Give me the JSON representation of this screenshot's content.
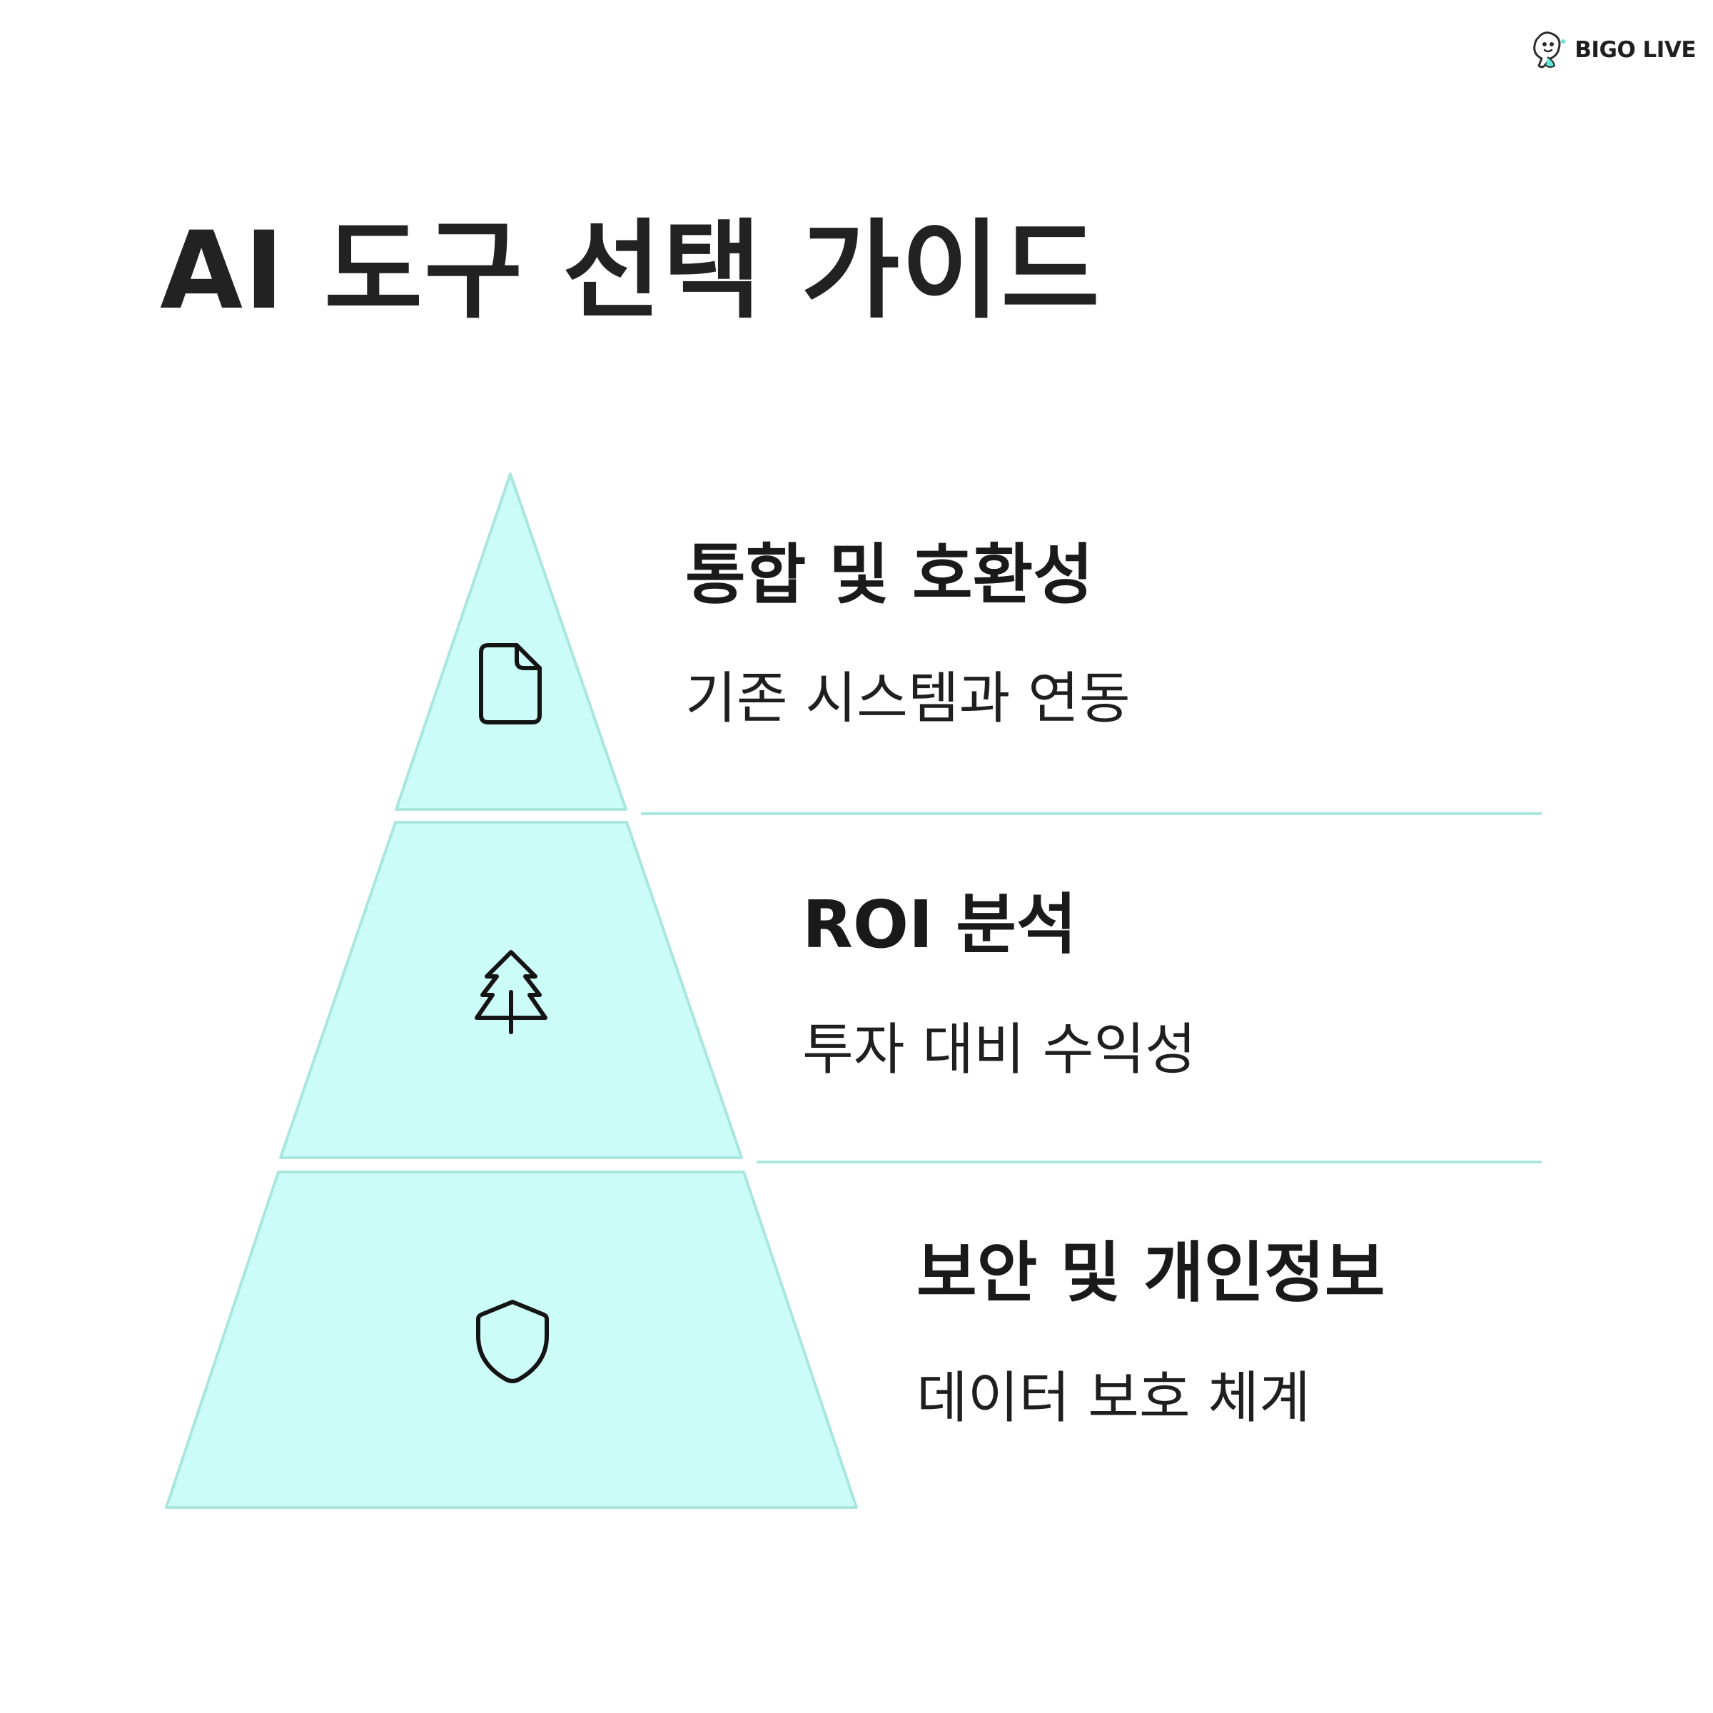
{
  "brand": {
    "logo_icon": "bigo-mascot-icon",
    "name": "BIGO LIVE"
  },
  "title": "AI 도구 선택 가이드",
  "colors": {
    "tier_fill": "#ccfcf8",
    "tier_stroke": "#a9e6de",
    "divider": "#a9e6de",
    "icon_stroke": "#141414",
    "text": "#1f1f1f"
  },
  "levels": [
    {
      "title": "통합 및 호환성",
      "description": "기존 시스템과 연동",
      "icon": "document-icon"
    },
    {
      "title": "ROI 분석",
      "description": "투자 대비 수익성",
      "icon": "tree-icon"
    },
    {
      "title": "보안 및 개인정보",
      "description": "데이터 보호 체계",
      "icon": "shield-icon"
    }
  ]
}
